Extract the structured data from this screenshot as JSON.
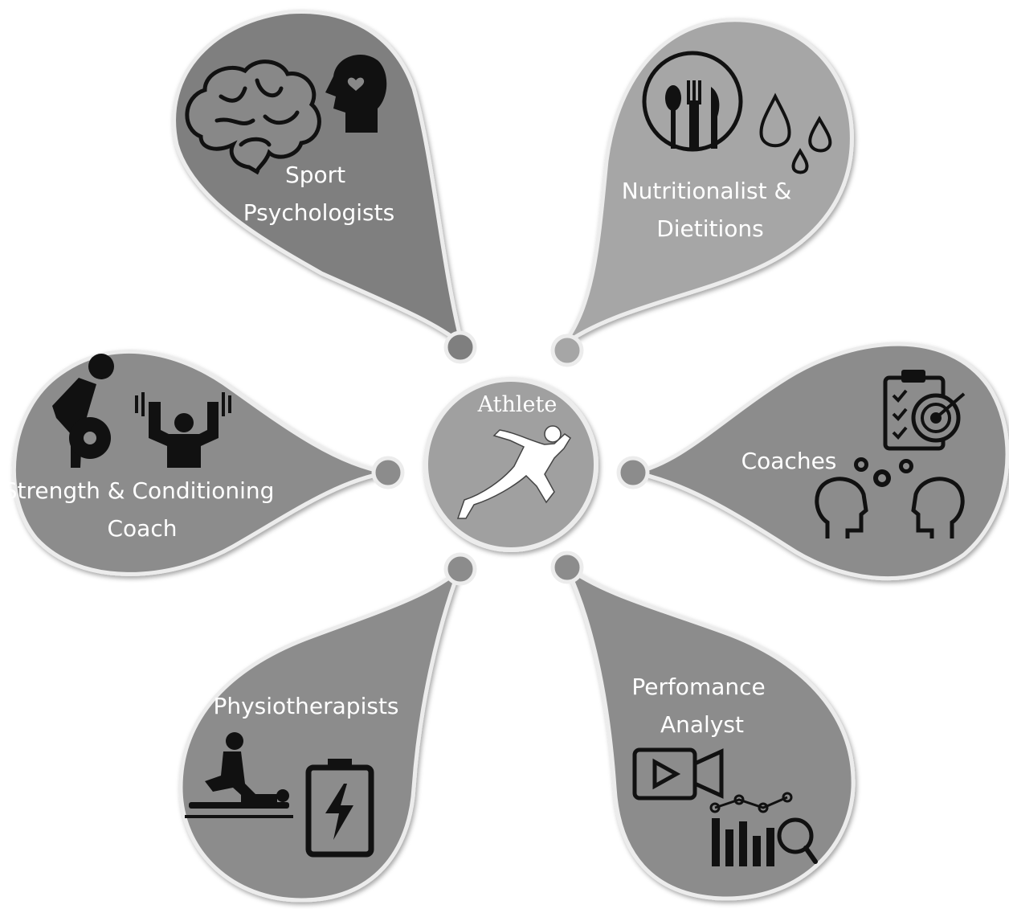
{
  "hub": {
    "label": "Athlete",
    "icon": "runner-icon"
  },
  "roles": [
    {
      "id": "sport-psych",
      "lines": [
        "Sport",
        "Psychologists"
      ],
      "icons": [
        "brain-icon",
        "head-heart-icon"
      ],
      "fill": "#7f7f7f"
    },
    {
      "id": "nutrition",
      "lines": [
        "Nutritionalist &",
        "Dietitions"
      ],
      "icons": [
        "plate-cutlery-icon",
        "water-drops-icon"
      ],
      "fill": "#a6a6a6"
    },
    {
      "id": "coaches",
      "lines": [
        "Coaches"
      ],
      "icons": [
        "clipboard-target-icon",
        "gears-icon",
        "heads-icon"
      ],
      "fill": "#8c8c8c"
    },
    {
      "id": "performance",
      "lines": [
        "Perfomance",
        "Analyst"
      ],
      "icons": [
        "video-camera-icon",
        "chart-magnifier-icon"
      ],
      "fill": "#8c8c8c"
    },
    {
      "id": "physio",
      "lines": [
        "Physiotherapists"
      ],
      "icons": [
        "massage-icon",
        "battery-charge-icon"
      ],
      "fill": "#8c8c8c"
    },
    {
      "id": "strength",
      "lines": [
        "Strength & Conditioning",
        "Coach"
      ],
      "icons": [
        "weightlifter-icon",
        "overhead-press-icon"
      ],
      "fill": "#8c8c8c"
    }
  ],
  "colors": {
    "hub_fill": "#a0a0a0",
    "stroke_light": "#ececec",
    "icon": "#111111"
  }
}
